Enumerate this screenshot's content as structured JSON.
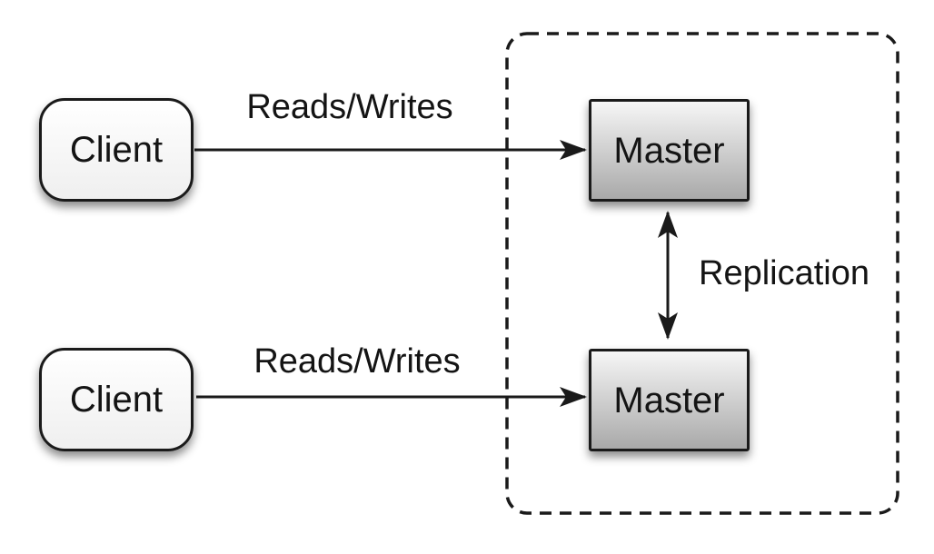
{
  "diagram": {
    "kind": "architecture-diagram",
    "nodes": {
      "clients": [
        {
          "label": "Client"
        },
        {
          "label": "Client"
        }
      ],
      "masters": [
        {
          "label": "Master"
        },
        {
          "label": "Master"
        }
      ]
    },
    "edges": [
      {
        "label": "Reads/Writes",
        "from": "client-top",
        "to": "master-top",
        "arrow": "single"
      },
      {
        "label": "Reads/Writes",
        "from": "client-bottom",
        "to": "master-bottom",
        "arrow": "single"
      },
      {
        "label": "Replication",
        "from": "master-top",
        "to": "master-bottom",
        "arrow": "double"
      }
    ],
    "group": {
      "style": "dashed-rounded-rectangle",
      "contains": [
        "master-top",
        "master-bottom"
      ]
    },
    "colors": {
      "background": "#ffffff",
      "stroke": "#1a1a1a",
      "text": "#141414",
      "client_fill_top": "#ffffff",
      "client_fill_bottom": "#efefef",
      "master_fill_top": "#f6f6f6",
      "master_fill_bottom": "#a9a9a9"
    }
  }
}
